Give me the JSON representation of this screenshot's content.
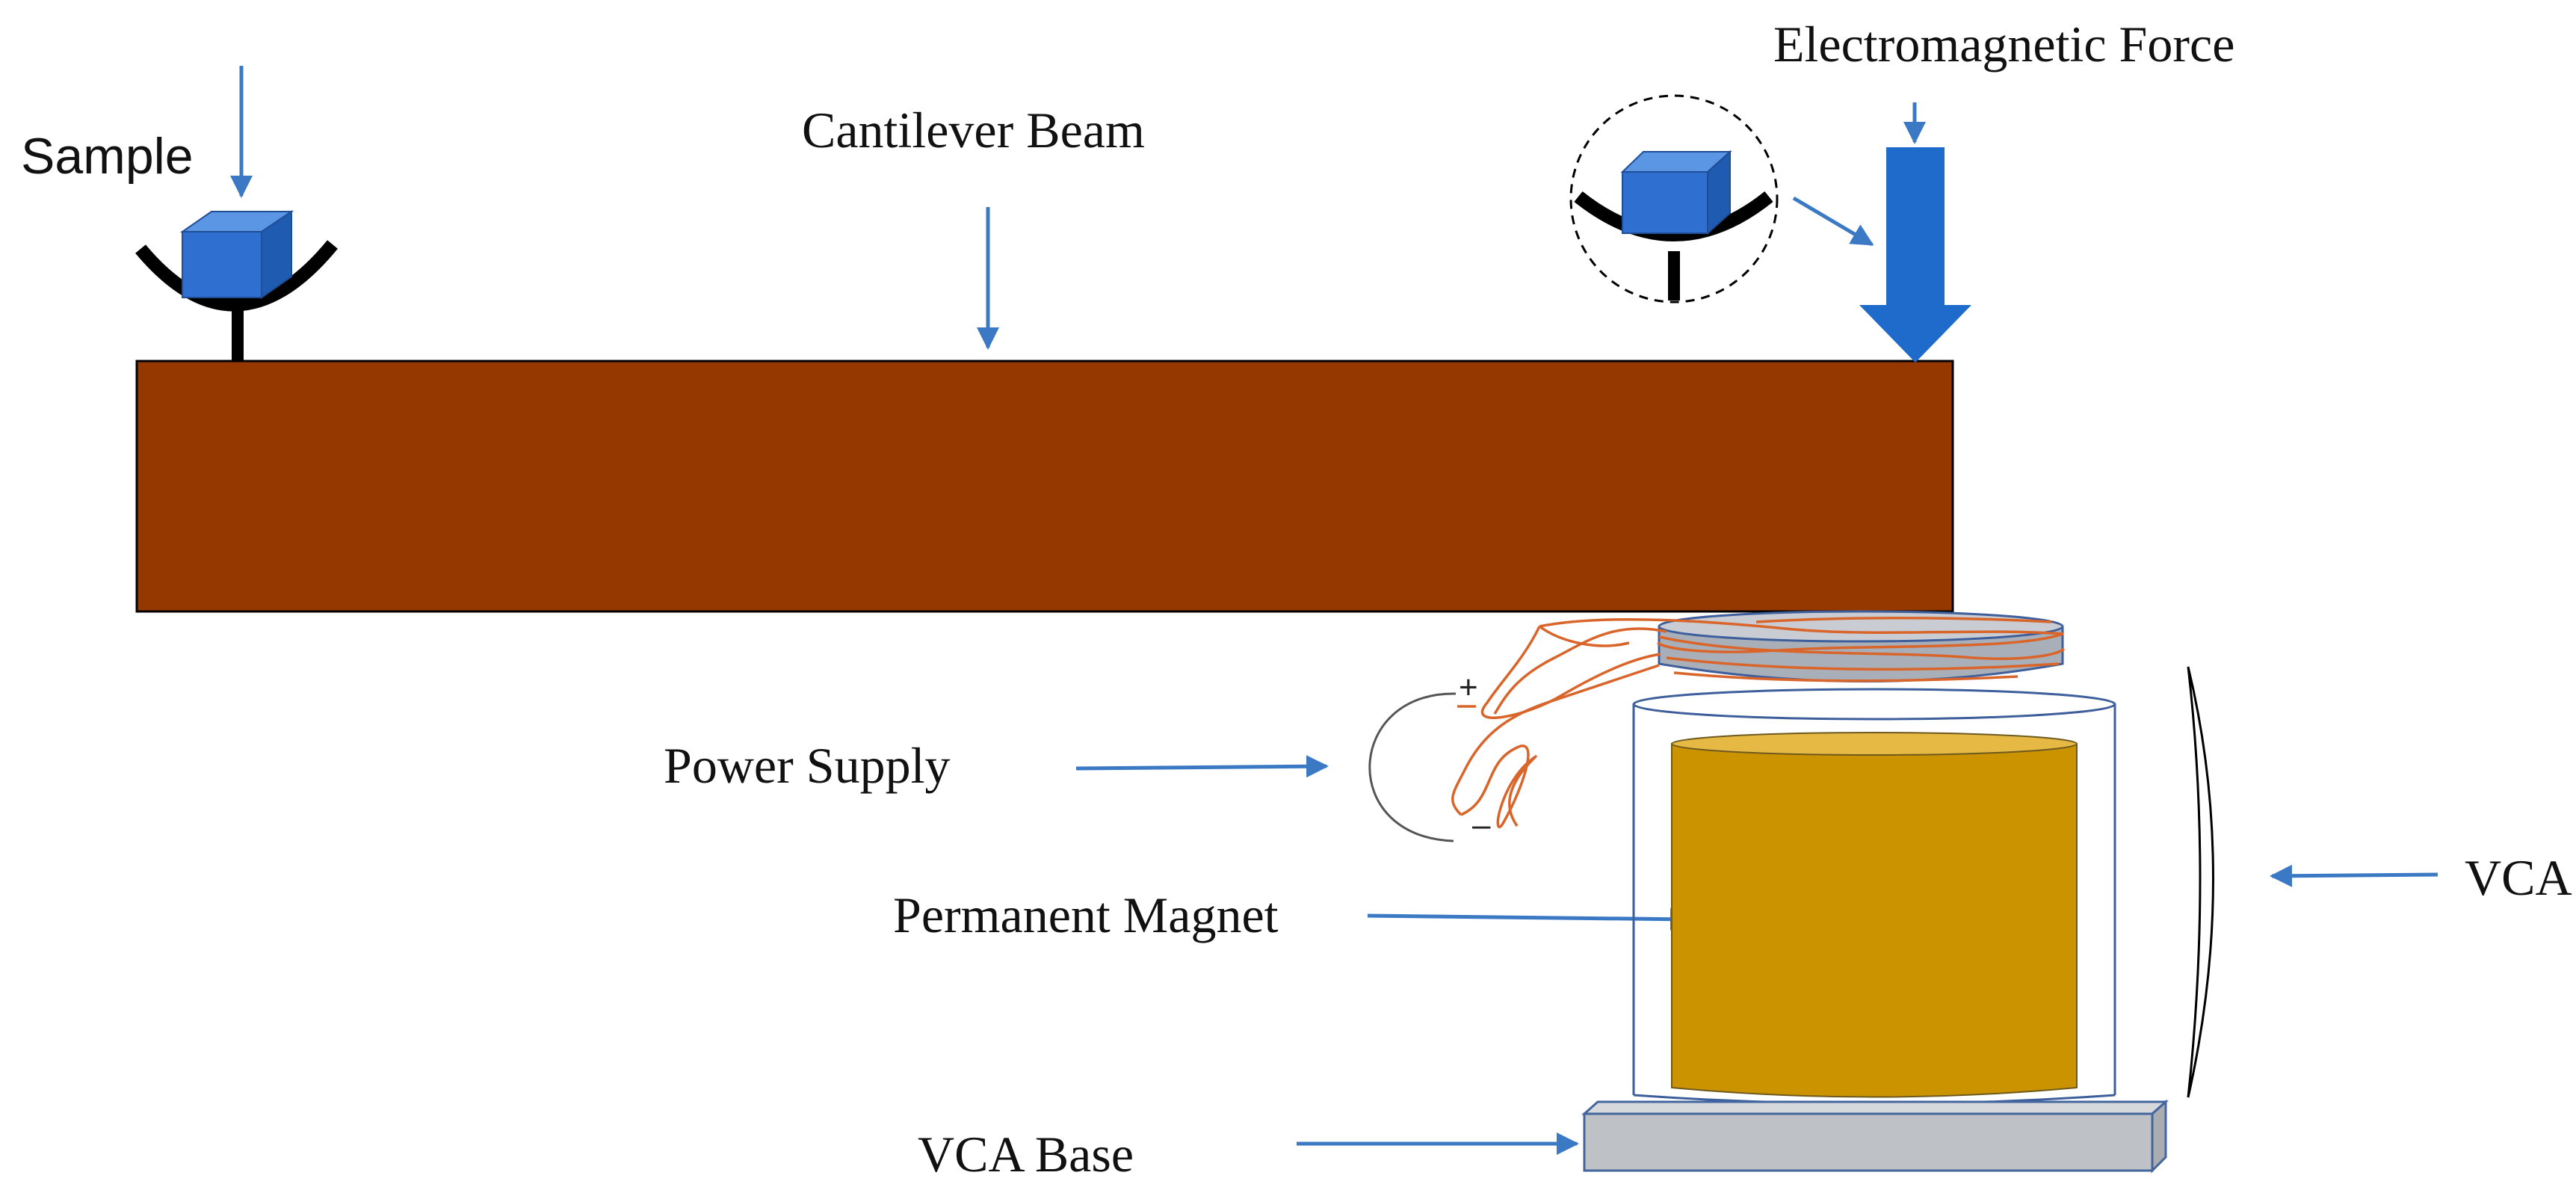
{
  "labels": {
    "sample": "Sample",
    "cantilever_beam": "Cantilever Beam",
    "electromagnetic_force": "Electromagnetic Force",
    "power_supply": "Power Supply",
    "permanent_magnet": "Permanent Magnet",
    "vca": "VCA",
    "vca_base": "VCA Base"
  },
  "terminals": {
    "positive": "+",
    "negative": "–"
  },
  "colors": {
    "beam": "#953800",
    "beam_edge": "#000000",
    "sample_cube": "#2F6FCF",
    "holder": "#000000",
    "arrow": "#3B79C4",
    "force_arrow": "#1F6BCB",
    "coil_wire": "#D9652B",
    "coil_disc": "#B9BEC7",
    "magnet": "#CC9300",
    "magnet_top": "#E6B844",
    "housing_line": "#3E5F9B",
    "base": "#BEC1C5",
    "base_edge": "#44669E"
  }
}
